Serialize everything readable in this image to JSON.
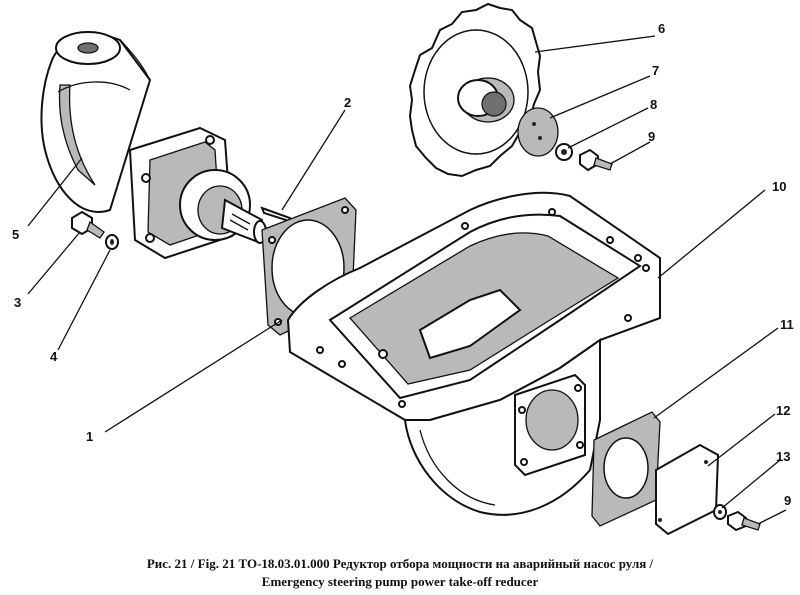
{
  "callouts": {
    "n1": "1",
    "n2": "2",
    "n3": "3",
    "n4": "4",
    "n5": "5",
    "n6": "6",
    "n7": "7",
    "n8": "8",
    "n9a": "9",
    "n9b": "9",
    "n10": "10",
    "n11": "11",
    "n12": "12",
    "n13": "13"
  },
  "caption": {
    "line1": "Рис. 21 / Fig. 21    ТО-18.03.01.000  Редуктор отбора мощности на аварийный насос руля /",
    "line2": "Emergency steering pump power take-off reducer"
  }
}
